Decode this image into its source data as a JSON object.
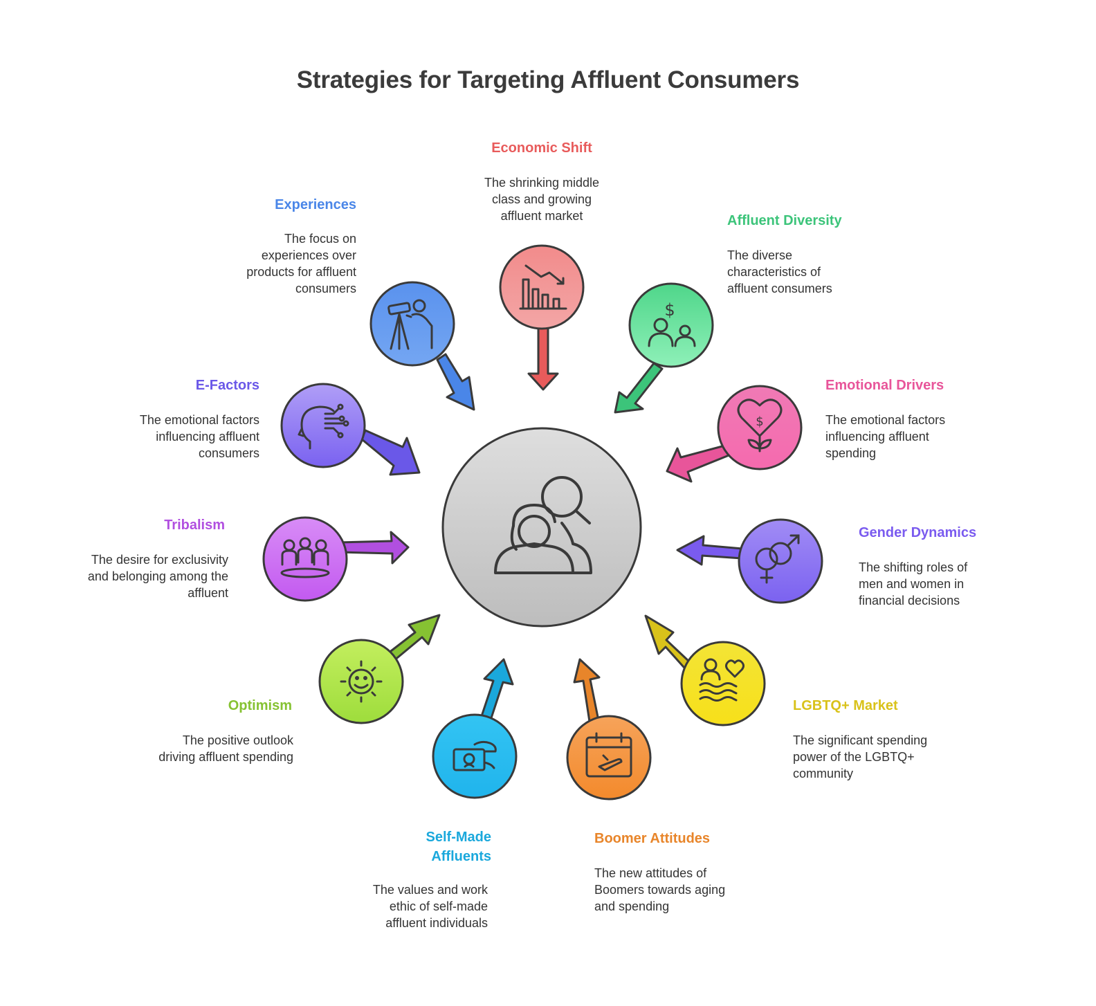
{
  "title": "Strategies for Targeting Affluent Consumers",
  "center": {
    "icon": "people-magnifier-icon",
    "color": "#c8c8c8"
  },
  "nodes": [
    {
      "key": "economic",
      "label": "Economic Shift",
      "description": "The shrinking middle class and growing affluent market",
      "color": "#e85b5b",
      "icon": "declining-bar-chart-icon"
    },
    {
      "key": "affluent_div",
      "label": "Affluent Diversity",
      "description": "The diverse characteristics of affluent consumers",
      "color": "#3cc47a",
      "icon": "people-dollar-icon"
    },
    {
      "key": "emotional",
      "label": "Emotional Drivers",
      "description": "The emotional factors influencing affluent spending",
      "color": "#e8559a",
      "icon": "heart-dollar-plant-icon"
    },
    {
      "key": "gender",
      "label": "Gender Dynamics",
      "description": "The shifting roles of men and women in financial decisions",
      "color": "#7a5bef",
      "icon": "gender-symbols-icon"
    },
    {
      "key": "lgbtq",
      "label": "LGBTQ+ Market",
      "description": "The significant spending power of the LGBTQ+ community",
      "color": "#d9c21a",
      "icon": "person-heart-flag-icon"
    },
    {
      "key": "boomer",
      "label": "Boomer Attitudes",
      "description": "The new attitudes of Boomers towards aging and spending",
      "color": "#e8852a",
      "icon": "calendar-plane-icon"
    },
    {
      "key": "selfmade",
      "label": "Self-Made Affluents",
      "description": "The values and work ethic of self-made affluent individuals",
      "color": "#1aa8dc",
      "icon": "hand-cash-icon"
    },
    {
      "key": "optimism",
      "label": "Optimism",
      "description": "The positive outlook driving affluent spending",
      "color": "#86c232",
      "icon": "smiling-sun-icon"
    },
    {
      "key": "tribalism",
      "label": "Tribalism",
      "description": "The desire for exclusivity and belonging among the affluent",
      "color": "#b14fe0",
      "icon": "group-people-icon"
    },
    {
      "key": "efactors",
      "label": "E-Factors",
      "description": "The emotional factors influencing affluent consumers",
      "color": "#6a58e8",
      "icon": "head-circuit-icon"
    },
    {
      "key": "experiences",
      "label": "Experiences",
      "description": "The focus on experiences over products for affluent consumers",
      "color": "#4a86e8",
      "icon": "person-telescope-icon"
    }
  ]
}
